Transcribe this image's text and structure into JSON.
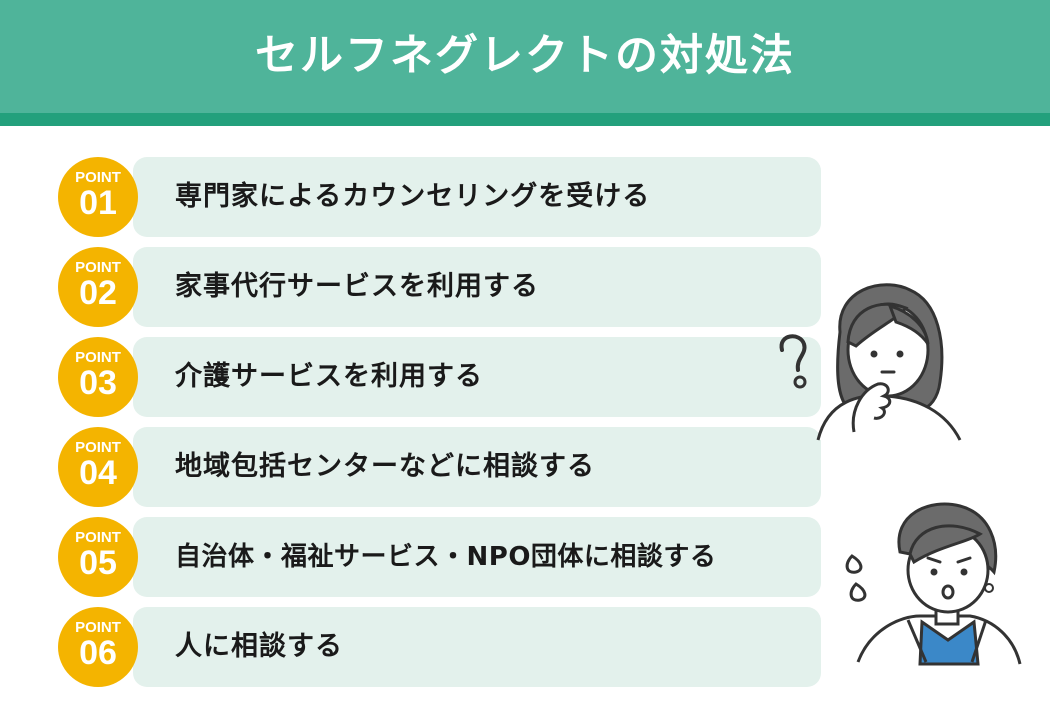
{
  "header": {
    "title": "セルフネグレクトの対処法"
  },
  "points": [
    {
      "label": "POINT",
      "num": "01",
      "text": "専門家によるカウンセリングを受ける"
    },
    {
      "label": "POINT",
      "num": "02",
      "text": "家事代行サービスを利用する"
    },
    {
      "label": "POINT",
      "num": "03",
      "text": "介護サービスを利用する"
    },
    {
      "label": "POINT",
      "num": "04",
      "text": "地域包括センターなどに相談する"
    },
    {
      "label": "POINT",
      "num": "05",
      "text": "自治体・福祉サービス・NPO団体に相談する"
    },
    {
      "label": "POINT",
      "num": "06",
      "text": "人に相談する"
    }
  ],
  "colors": {
    "header": "#4fb49a",
    "header_stripe": "#23a07c",
    "badge": "#f4b400",
    "bar": "#e3f1ec"
  },
  "illustrations": [
    "thinking-woman-icon",
    "worried-woman-icon"
  ]
}
